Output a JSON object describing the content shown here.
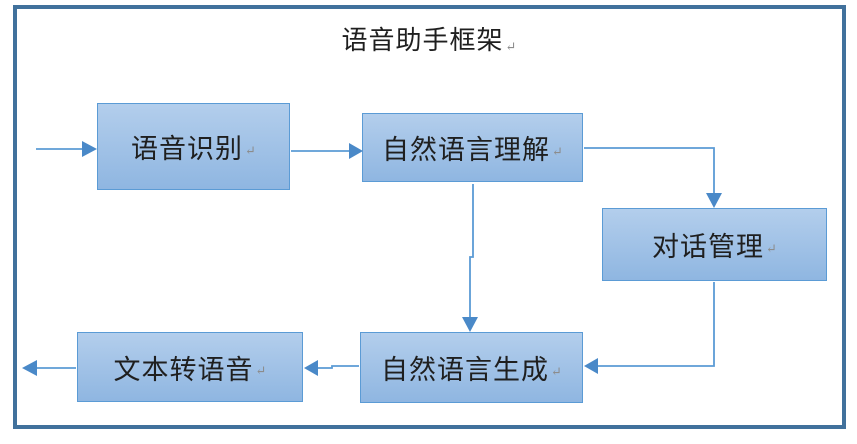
{
  "title": {
    "text": "语音助手框架",
    "paragraph_mark": "↵"
  },
  "diagram": {
    "boxes": [
      {
        "id": "speech-recognition",
        "label": "语音识别",
        "paragraph_mark": "↵"
      },
      {
        "id": "nlu",
        "label": "自然语言理解",
        "paragraph_mark": "↵"
      },
      {
        "id": "dialogue-management",
        "label": "对话管理",
        "paragraph_mark": "↵"
      },
      {
        "id": "nlg",
        "label": "自然语言生成",
        "paragraph_mark": "↵"
      },
      {
        "id": "tts",
        "label": "文本转语音",
        "paragraph_mark": "↵"
      }
    ],
    "connections": [
      {
        "from": "external-input",
        "to": "speech-recognition",
        "direction": "right"
      },
      {
        "from": "speech-recognition",
        "to": "nlu",
        "direction": "right"
      },
      {
        "from": "nlu",
        "to": "dialogue-management",
        "direction": "right-then-down"
      },
      {
        "from": "nlu",
        "to": "nlg",
        "direction": "down"
      },
      {
        "from": "dialogue-management",
        "to": "nlg",
        "direction": "down-then-left"
      },
      {
        "from": "nlg",
        "to": "tts",
        "direction": "left"
      },
      {
        "from": "tts",
        "to": "external-output",
        "direction": "left"
      }
    ]
  },
  "colors": {
    "frame_border": "#41719C",
    "box_fill_top": "#B3CEEC",
    "box_fill_bottom": "#8FB6E1",
    "box_border": "#5B9BD5",
    "connector_line": "#5B9BD5",
    "arrow_fill": "#4A89C8",
    "text": "#1F1F1F",
    "paragraph_mark": "#8C8C8C"
  }
}
